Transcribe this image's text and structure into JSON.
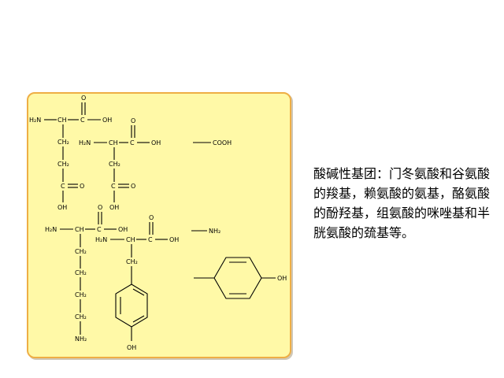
{
  "caption": "酸碱性基团：门冬氨酸和谷氨酸的羧基，赖氨酸的氨基，酪氨酸的酚羟基，组氨酸的咪唑基和半胱氨酸的巯基等。",
  "labels": {
    "o": "O",
    "oh": "OH",
    "h2n": "H₂N",
    "nh2": "NH₂",
    "ch": "CH",
    "c": "C",
    "ch2": "CH₂",
    "cooh": "COOH"
  },
  "colors": {
    "panel_bg": "#fff9a7",
    "panel_border": "#eeae45"
  }
}
